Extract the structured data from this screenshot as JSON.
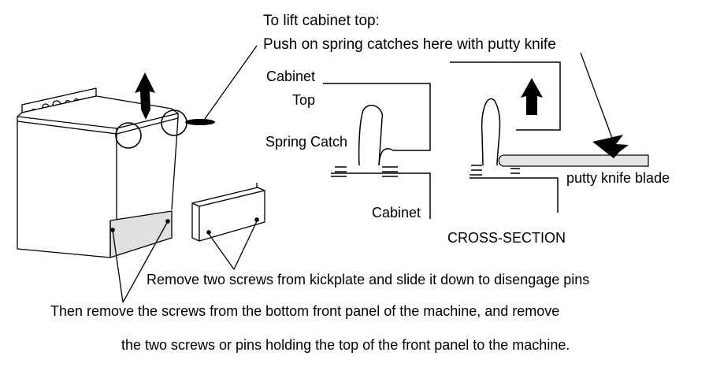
{
  "callouts": {
    "lift_top_line1": "To lift cabinet top:",
    "lift_top_line2": "Push on spring catches here with putty knife",
    "remove_kickplate": "Remove two screws from kickplate and slide it down to disengage pins",
    "front_panel_line1": "Then remove the screws from the bottom front panel of the machine, and remove",
    "front_panel_line2": "the two screws or pins holding the top of the front panel to the machine."
  },
  "labels": {
    "cabinet_top_line1": "Cabinet",
    "cabinet_top_line2": "Top",
    "spring_catch": "Spring Catch",
    "cabinet": "Cabinet",
    "putty_knife_blade": "putty knife blade",
    "cross_section": "CROSS-SECTION"
  },
  "colors": {
    "line": "#000000",
    "kickplate_fill": "#e0e0e0",
    "blade_fill": "#e6e6e6"
  },
  "icons": [
    "up-arrow-icon",
    "pointer-arrow-icon",
    "putty-knife-icon"
  ]
}
